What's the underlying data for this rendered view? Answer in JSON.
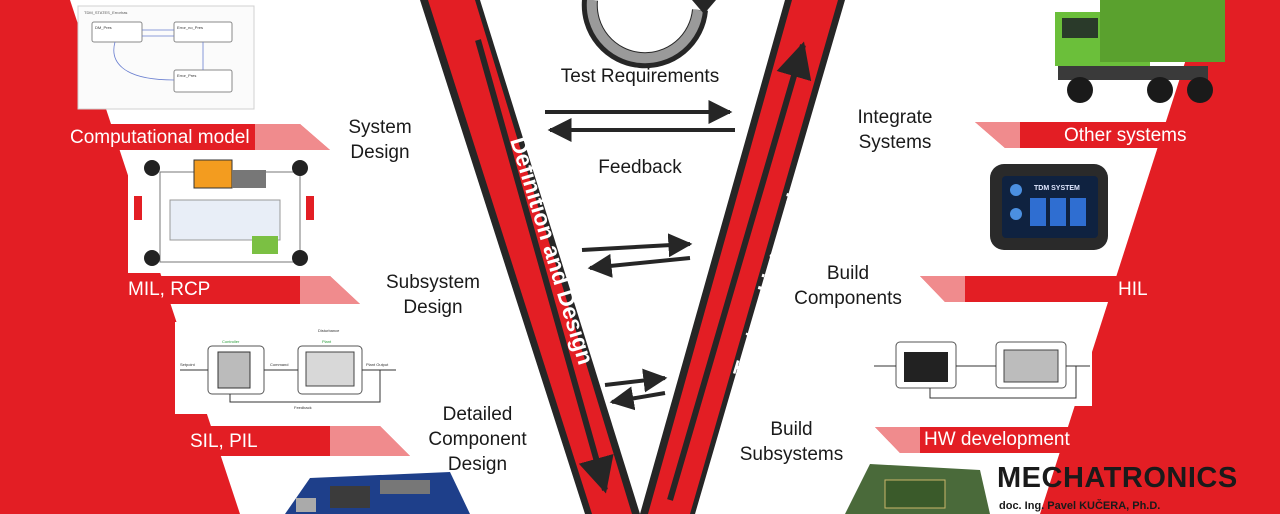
{
  "colors": {
    "red": "#e31e24",
    "dark": "#262626",
    "white": "#ffffff",
    "grey": "#9a9a9a"
  },
  "left_phases": [
    {
      "id": "system-design",
      "text": "System\nDesign"
    },
    {
      "id": "subsystem-design",
      "text": "Subsystem\nDesign"
    },
    {
      "id": "detailed-component-design",
      "text": "Detailed\nComponent\nDesign"
    }
  ],
  "right_phases": [
    {
      "id": "integrate-systems",
      "text": "Integrate\nSystems"
    },
    {
      "id": "build-components",
      "text": "Build\nComponents"
    },
    {
      "id": "build-subsystems",
      "text": "Build\nSubsystems"
    }
  ],
  "left_bands": [
    "Computational model",
    "MIL, RCP",
    "SIL, PIL"
  ],
  "right_bands": [
    "Other systems",
    "HIL",
    "HW development"
  ],
  "arms": {
    "left": "Definition and Design",
    "right": "Test and integration"
  },
  "arrow_labels": {
    "top": "Test Requirements",
    "bottom": "Feedback"
  },
  "brand": {
    "name": "MECHATRONICS",
    "author": "doc. Ing. Pavel KUČERA, Ph.D."
  },
  "icons": [
    "cycle-arrows-icon",
    "state-machine-image",
    "truck-layout-image",
    "controller-plant-diagram-image",
    "electronics-board-image",
    "dump-truck-image",
    "tdm-system-display-image",
    "hil-diagram-image",
    "hw-board-image"
  ],
  "thumbnails": {
    "state_machine": [
      "TDM_STATES_Errorhas",
      "DM_Pres",
      "Error_no_Pres",
      "Error_Pres"
    ],
    "diagram": [
      "Disturbance",
      "Controller",
      "Plant",
      "Setpoint",
      "Command",
      "Plant Output",
      "Feedback"
    ],
    "display": "TDM SYSTEM"
  }
}
